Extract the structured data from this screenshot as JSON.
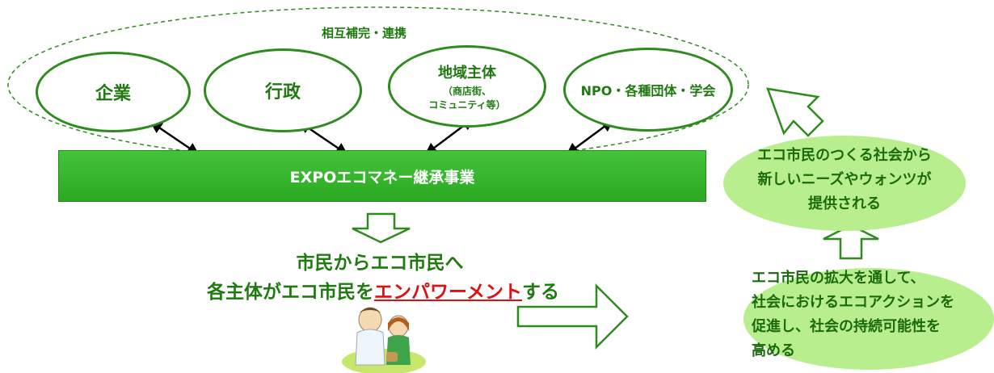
{
  "cooperation_label": "相互補完・連携",
  "actors": {
    "company": "企業",
    "government": "行政",
    "local_title": "地域主体",
    "local_sub1": "（商店街、",
    "local_sub2": "コミュニティ等）",
    "npo": "NPO・各種団体・学会"
  },
  "project_bar": "EXPOエコマネー継承事業",
  "citizen": {
    "line1": "市民からエコ市民へ",
    "line2_prefix": "各主体がエコ市民を",
    "line2_emph": "エンパワーメント",
    "line2_suffix": "する"
  },
  "outcome_top": {
    "line1": "エコ市民のつくる社会から",
    "line2": "新しいニーズやウォンツが",
    "line3": "提供される"
  },
  "outcome_bottom": {
    "line1": "エコ市民の拡大を通して、",
    "line2": "社会におけるエコアクションを",
    "line3": "促進し、社会の持続可能性を",
    "line4": "高める"
  },
  "colors": {
    "green": "#2e8b1e",
    "bar": "#3cbb32",
    "emphasis": "#e01010",
    "blob": "#b9ee8e"
  }
}
